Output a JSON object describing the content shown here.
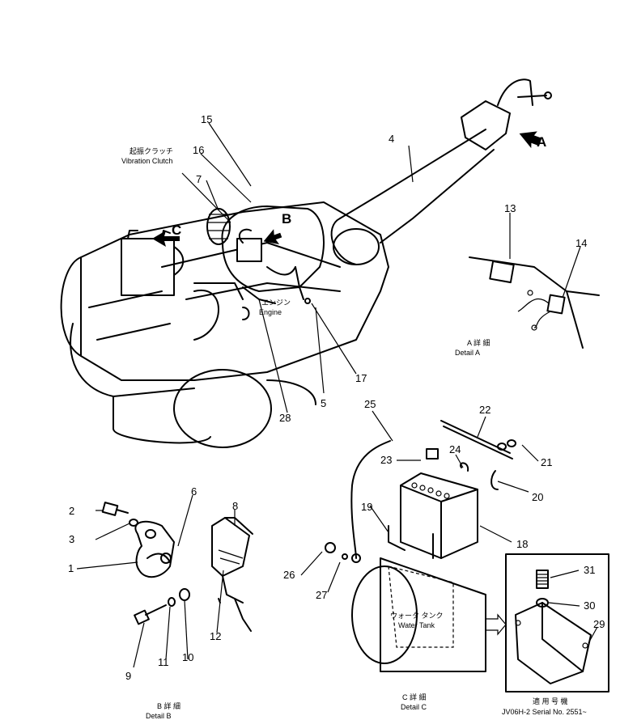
{
  "callouts": [
    "1",
    "2",
    "3",
    "4",
    "5",
    "6",
    "7",
    "8",
    "9",
    "10",
    "11",
    "12",
    "13",
    "14",
    "15",
    "16",
    "17",
    "18",
    "19",
    "20",
    "21",
    "22",
    "23",
    "24",
    "25",
    "26",
    "27",
    "28",
    "29",
    "30",
    "31"
  ],
  "view_letters": {
    "a": "A",
    "b": "B",
    "c": "C"
  },
  "labels": {
    "vibration_clutch_jp": "起振クラッチ",
    "vibration_clutch_en": "Vibration Clutch",
    "engine_jp": "エンジン",
    "engine_en": "Engine",
    "water_tank_jp": "ウォータ タンク",
    "water_tank_en": "Water Tank",
    "detail_a_jp": "A 詳 細",
    "detail_a_en": "Detail A",
    "detail_b_jp": "B 詳 細",
    "detail_b_en": "Detail B",
    "detail_c_jp": "C 詳 細",
    "detail_c_en": "Detail C",
    "serial_jp": "適 用 号 機",
    "serial_en": "JV06H-2 Serial No. 2551~"
  }
}
